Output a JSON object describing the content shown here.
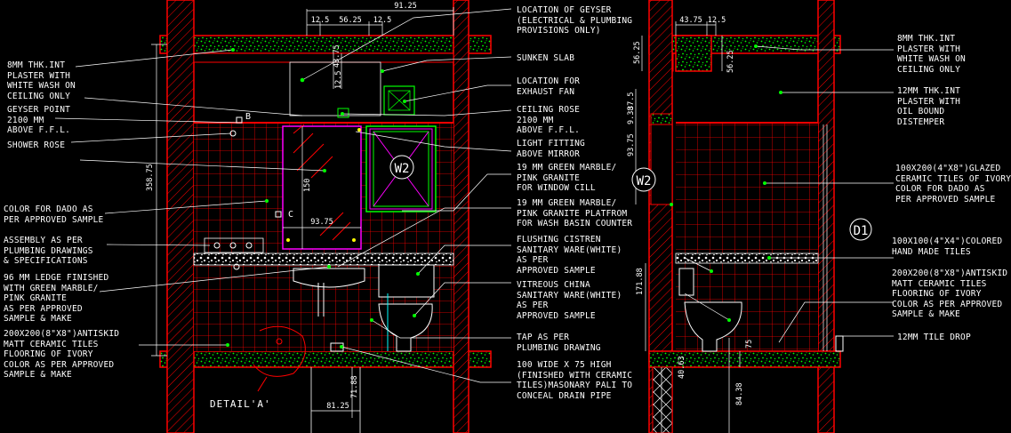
{
  "section_a": {
    "dimensions": {
      "top_overall": "91.25",
      "top_left": "12.5",
      "top_mid": "56.25",
      "top_right": "12.5",
      "slab_vertical_a": "12.5",
      "slab_vertical_b": "43.75",
      "height_total": "358.75",
      "mirror_height": "150",
      "mirror_width": "93.75",
      "pipe_height": "71.88",
      "pali_width": "81.25"
    },
    "markers": {
      "w2": "W2",
      "b": "B",
      "c": "C",
      "detail": "DETAIL'A'"
    },
    "left_notes": [
      "8MM THK.INT\nPLASTER WITH\nWHITE WASH ON\nCEILING ONLY",
      "GEYSER POINT\n2100 MM\nABOVE F.F.L.",
      "SHOWER ROSE",
      "COLOR FOR DADO AS\nPER APPROVED SAMPLE",
      "ASSEMBLY AS PER\nPLUMBING DRAWINGS\n& SPECIFICATIONS",
      "96 MM LEDGE FINISHED\nWITH GREEN MARBLE/\nPINK GRANITE\nAS PER APPROVED\nSAMPLE & MAKE",
      "200X200(8\"X8\")ANTISKID\nMATT CERAMIC TILES\nFLOORING OF IVORY\nCOLOR AS PER APPROVED\nSAMPLE & MAKE"
    ],
    "right_notes": [
      "LOCATION OF GEYSER\n(ELECTRICAL & PLUMBING\nPROVISIONS ONLY)",
      "SUNKEN SLAB",
      "LOCATION FOR\nEXHAUST FAN",
      "CEILING ROSE\n2100 MM\nABOVE F.F.L.",
      "LIGHT FITTING\nABOVE MIRROR",
      "19 MM GREEN MARBLE/\nPINK GRANITE\nFOR WINDOW CILL",
      "19 MM GREEN MARBLE/\nPINK GRANITE PLATFROM\nFOR WASH BASIN COUNTER",
      "FLUSHING CISTREN\nSANITARY WARE(WHITE)\nAS PER\nAPPROVED SAMPLE",
      "VITREOUS CHINA\nSANITARY WARE(WHITE)\nAS PER\nAPPROVED SAMPLE",
      "TAP AS PER\nPLUMBING DRAWING",
      "100 WIDE X 75 HIGH\n(FINISHED WITH CERAMIC\nTILES)MASONARY PALI TO\nCONCEAL DRAIN PIPE"
    ]
  },
  "section_b": {
    "dimensions": {
      "top_a": "43.75",
      "top_b": "12.5",
      "slab_left": "56.25",
      "slab_right": "56.25",
      "window_a": "37.5",
      "window_b": "9.38",
      "window_c": "93.75",
      "cistern_height": "171.88",
      "pali_height": "75",
      "sunk_a": "40.63",
      "sunk_b": "84.38"
    },
    "markers": {
      "w2": "W2",
      "d1": "D1"
    },
    "notes": [
      "8MM THK.INT\nPLASTER WITH\nWHITE WASH ON\nCEILING ONLY",
      "12MM THK.INT\nPLASTER WITH\nOIL BOUND\nDISTEMPER",
      "100X200(4\"X8\")GLAZED\nCERAMIC TILES OF IVORY\nCOLOR FOR DADO AS\nPER APPROVED SAMPLE",
      "100X100(4\"X4\")COLORED\nHAND MADE TILES",
      "200X200(8\"X8\")ANTISKID\nMATT CERAMIC TILES\nFLOORING OF IVORY\nCOLOR AS PER APPROVED\nSAMPLE & MAKE",
      "12MM TILE DROP"
    ]
  },
  "colors": {
    "background": "#000000",
    "wall": "#ff0000",
    "slab_fill": "#00ff00",
    "tile_grid": "#ff0000",
    "text": "#ffffff",
    "marker": "#ffffff",
    "window": "#00ff00",
    "mirror_frame": "#ff00ff",
    "dimension": "#ffffff"
  }
}
